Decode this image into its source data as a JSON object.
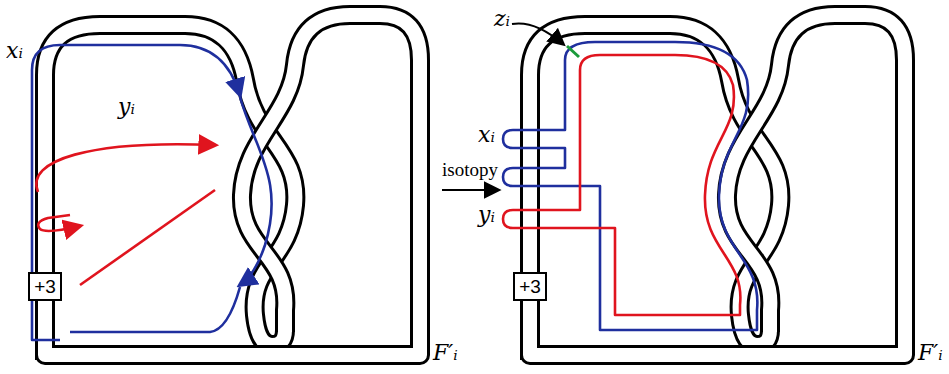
{
  "diagram": {
    "nodes": [
      {
        "text": [
          "+3"
        ]
      },
      {
        "text": [
          "+3"
        ]
      }
    ],
    "labels": [
      "xᵢ",
      "yᵢ",
      "F′ᵢ",
      "isotopy",
      "zᵢ",
      "xᵢ",
      "yᵢ",
      "F′ᵢ"
    ]
  }
}
